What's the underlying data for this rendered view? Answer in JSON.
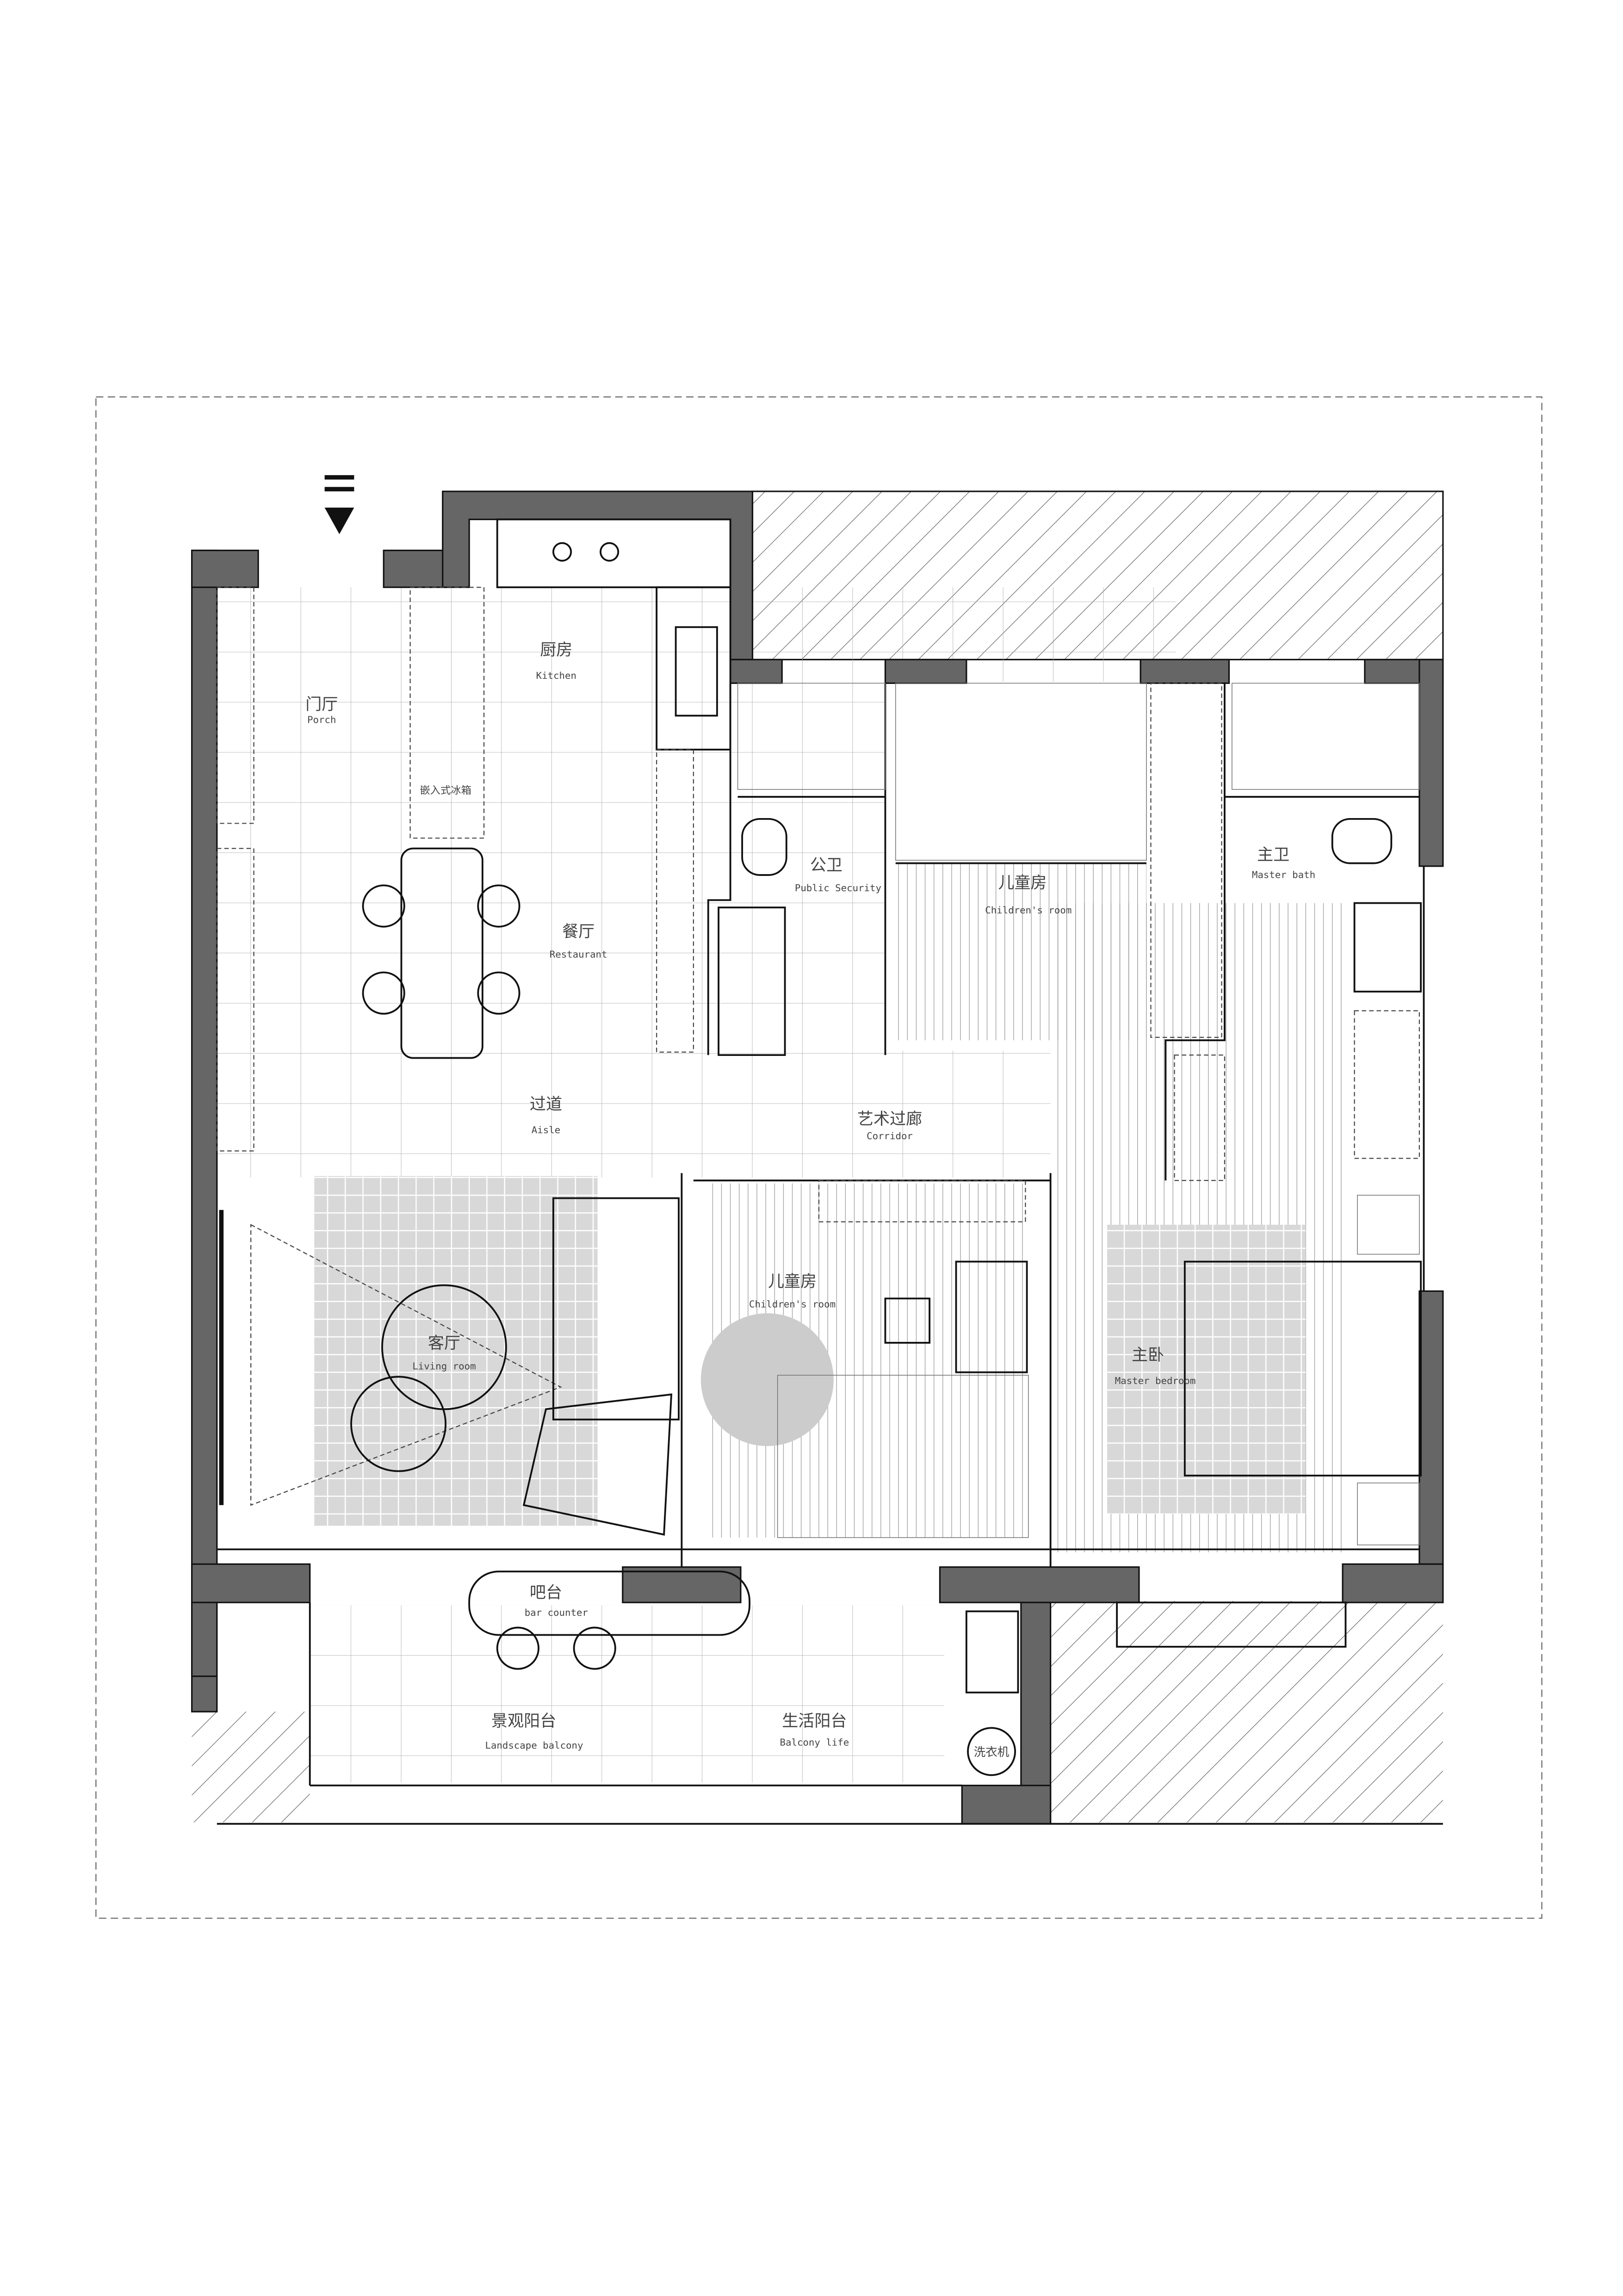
{
  "plan": {
    "rooms": {
      "porch": {
        "cn": "门厅",
        "en": "Porch"
      },
      "kitchen": {
        "cn": "厨房",
        "en": "Kitchen"
      },
      "fridge": {
        "cn": "嵌入式冰箱"
      },
      "restaurant": {
        "cn": "餐厅",
        "en": "Restaurant"
      },
      "public_bath": {
        "cn": "公卫",
        "en": "Public Security"
      },
      "children_room_1": {
        "cn": "儿童房",
        "en": "Children's room"
      },
      "master_bath": {
        "cn": "主卫",
        "en": "Master bath"
      },
      "aisle": {
        "cn": "过道",
        "en": "Aisle"
      },
      "corridor": {
        "cn": "艺术过廊",
        "en": "Corridor"
      },
      "living_room": {
        "cn": "客厅",
        "en": "Living room"
      },
      "children_room_2": {
        "cn": "儿童房",
        "en": "Children's room"
      },
      "master_bedroom": {
        "cn": "主卧",
        "en": "Master bedroom"
      },
      "bar_counter": {
        "cn": "吧台",
        "en": "bar counter"
      },
      "landscape_balcony": {
        "cn": "景观阳台",
        "en": "Landscape balcony"
      },
      "balcony_life": {
        "cn": "生活阳台",
        "en": "Balcony life"
      },
      "washer": {
        "cn": "洗衣机"
      }
    },
    "colors": {
      "wall": "#666666",
      "rug": "#d8d8d8",
      "line": "#111111"
    }
  }
}
